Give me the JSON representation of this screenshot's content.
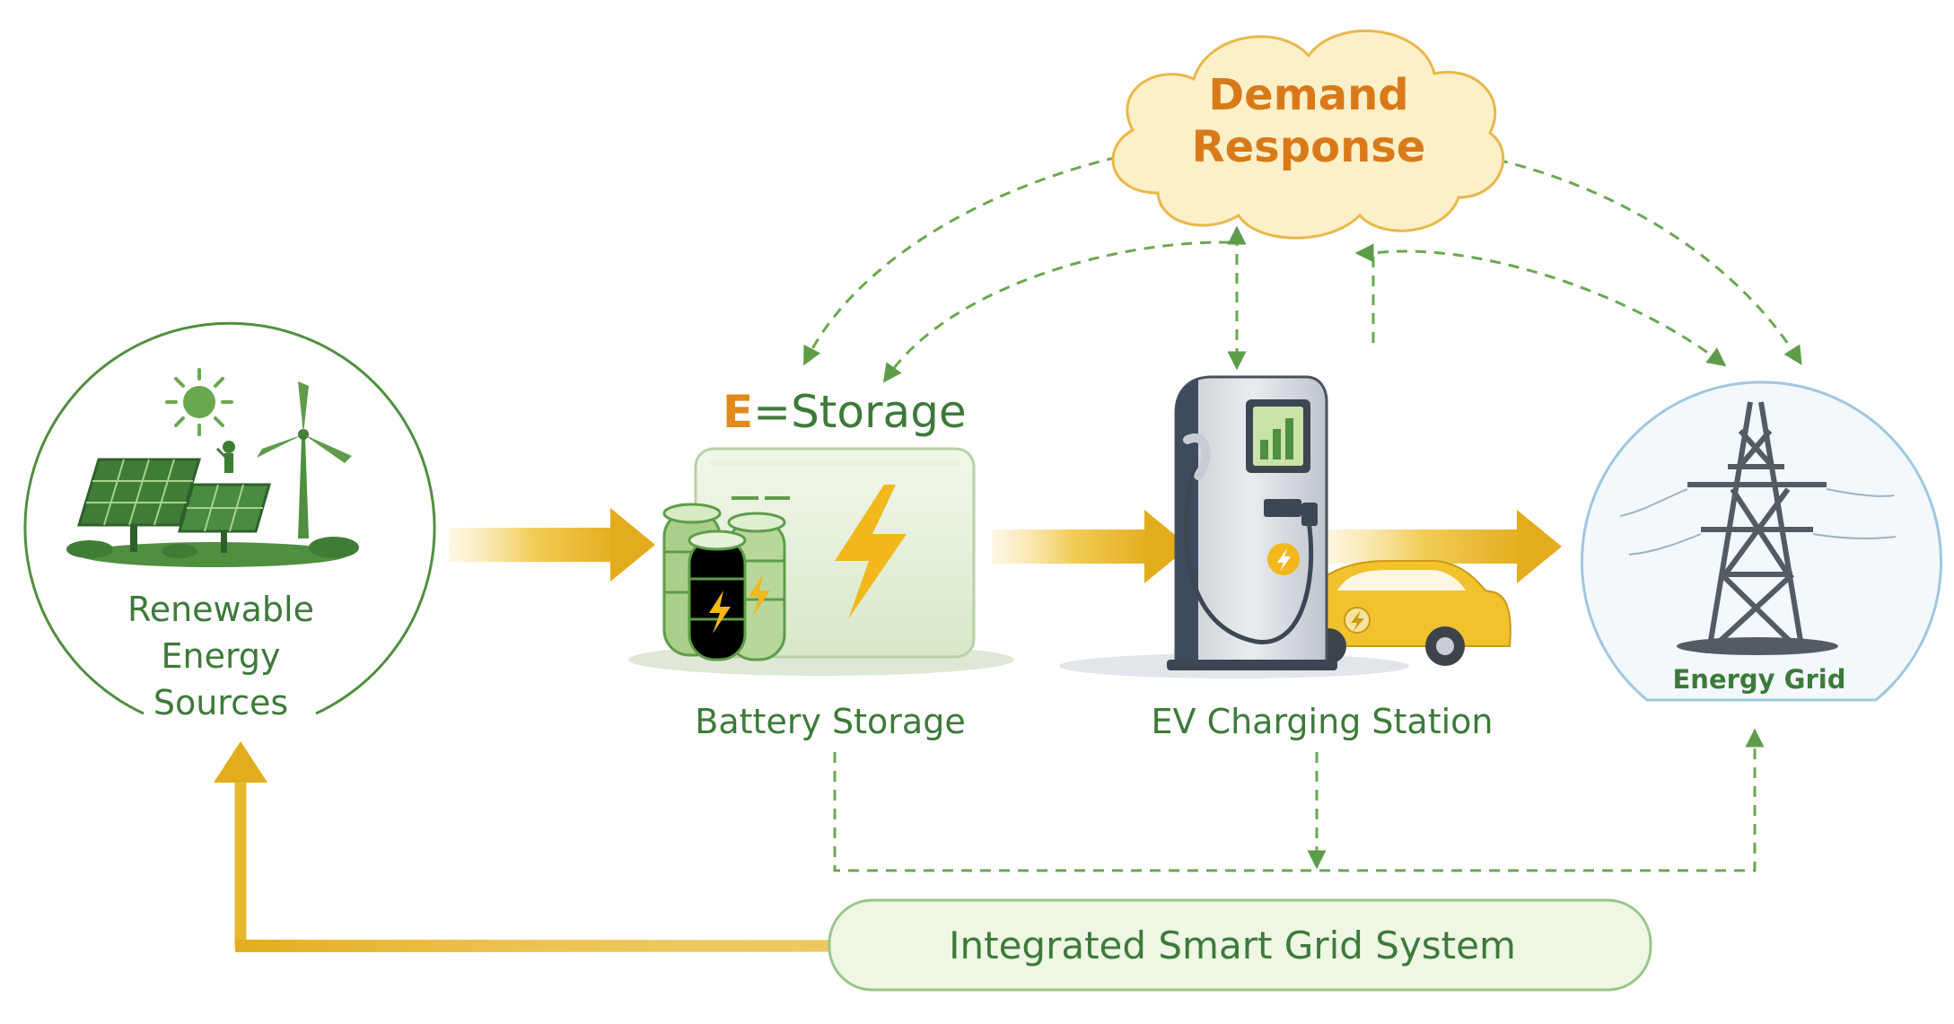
{
  "nodes": {
    "demand_response": {
      "line1": "Demand",
      "line2": "Response"
    },
    "renewable": {
      "line1": "Renewable",
      "line2": "Energy",
      "line3": "Sources"
    },
    "storage_heading": {
      "prefix": "E",
      "eq": "=",
      "word": "Storage"
    },
    "battery": {
      "label": "Battery Storage"
    },
    "ev": {
      "label": "EV Charging Station"
    },
    "grid": {
      "label": "Energy Grid"
    },
    "smart_grid": {
      "label": "Integrated Smart Grid System"
    }
  },
  "colors": {
    "green_dark": "#3d7a3a",
    "green_mid": "#5f9c4a",
    "green_flow": "#6aa84f",
    "gold": "#e6b422",
    "gold_light": "#f5d57a",
    "orange_text": "#d97a1a",
    "cloud_fill": "#fdf0c8",
    "cloud_stroke": "#e8b84a",
    "grid_circle_fill": "#eef6fb",
    "grid_circle_stroke": "#9fc7df",
    "pill_fill": "#eef6e4",
    "pill_stroke": "#9cc58a",
    "tower": "#555b63",
    "car": "#f2c12e"
  },
  "icons": [
    "sun-icon",
    "solar-panel-icon",
    "wind-turbine-icon",
    "battery-cell-icon",
    "lightning-icon",
    "charging-station-icon",
    "car-icon",
    "transmission-tower-icon",
    "cloud-icon"
  ]
}
